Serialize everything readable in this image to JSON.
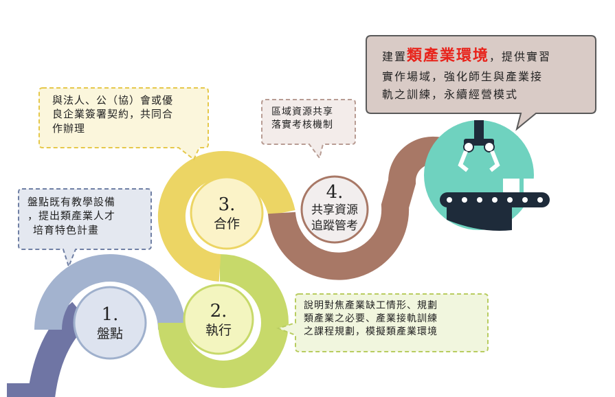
{
  "steps": [
    {
      "number": "1.",
      "label": "盤點"
    },
    {
      "number": "2.",
      "label": "執行"
    },
    {
      "number": "3.",
      "label": "合作"
    },
    {
      "number": "4.",
      "label": "共享資源\n追蹤管考",
      "label_line1": "共享資源",
      "label_line2": "追蹤管考"
    }
  ],
  "callouts": {
    "inventory": {
      "line1": "盤點既有教學設備",
      "line2": "，提出類產業人才",
      "line3": "培育特色計畫"
    },
    "execute": {
      "line1": "說明對焦產業缺工情形、規劃",
      "line2": "類產業之必要、產業接軌訓練",
      "line3": "之課程規劃，模擬類產業環境"
    },
    "cooperate": {
      "line1": "與法人、公（協）會或優",
      "line2": "良企業簽署契約，共同合",
      "line3": "作辦理"
    },
    "share": {
      "line1": "區域資源共享",
      "line2": "落實考核機制"
    },
    "goal": {
      "line1_pre": "建置",
      "line1_highlight": "類產業環境",
      "line1_post": "，提供實習",
      "line2": "實作場域，強化師生與產業接",
      "line3": "軌之訓練，永續經營模式"
    }
  },
  "colors": {
    "segment1": "#6f75a4",
    "segment1_light": "#a3b3cf",
    "segment2": "#c7d96a",
    "segment3": "#ecd564",
    "segment4": "#a87866",
    "circle1_fill": "#dde3ef",
    "circle2_fill": "#f3f5bf",
    "circle3_fill": "#fbf3c8",
    "circle4_fill": "#f2eeee",
    "factory_bg": "#6fd2bf",
    "goal_box_bg": "#d9cbc6",
    "highlight": "#e8231b"
  },
  "icons": [
    "robot-arm-icon",
    "conveyor-belt-icon",
    "box-icon"
  ]
}
